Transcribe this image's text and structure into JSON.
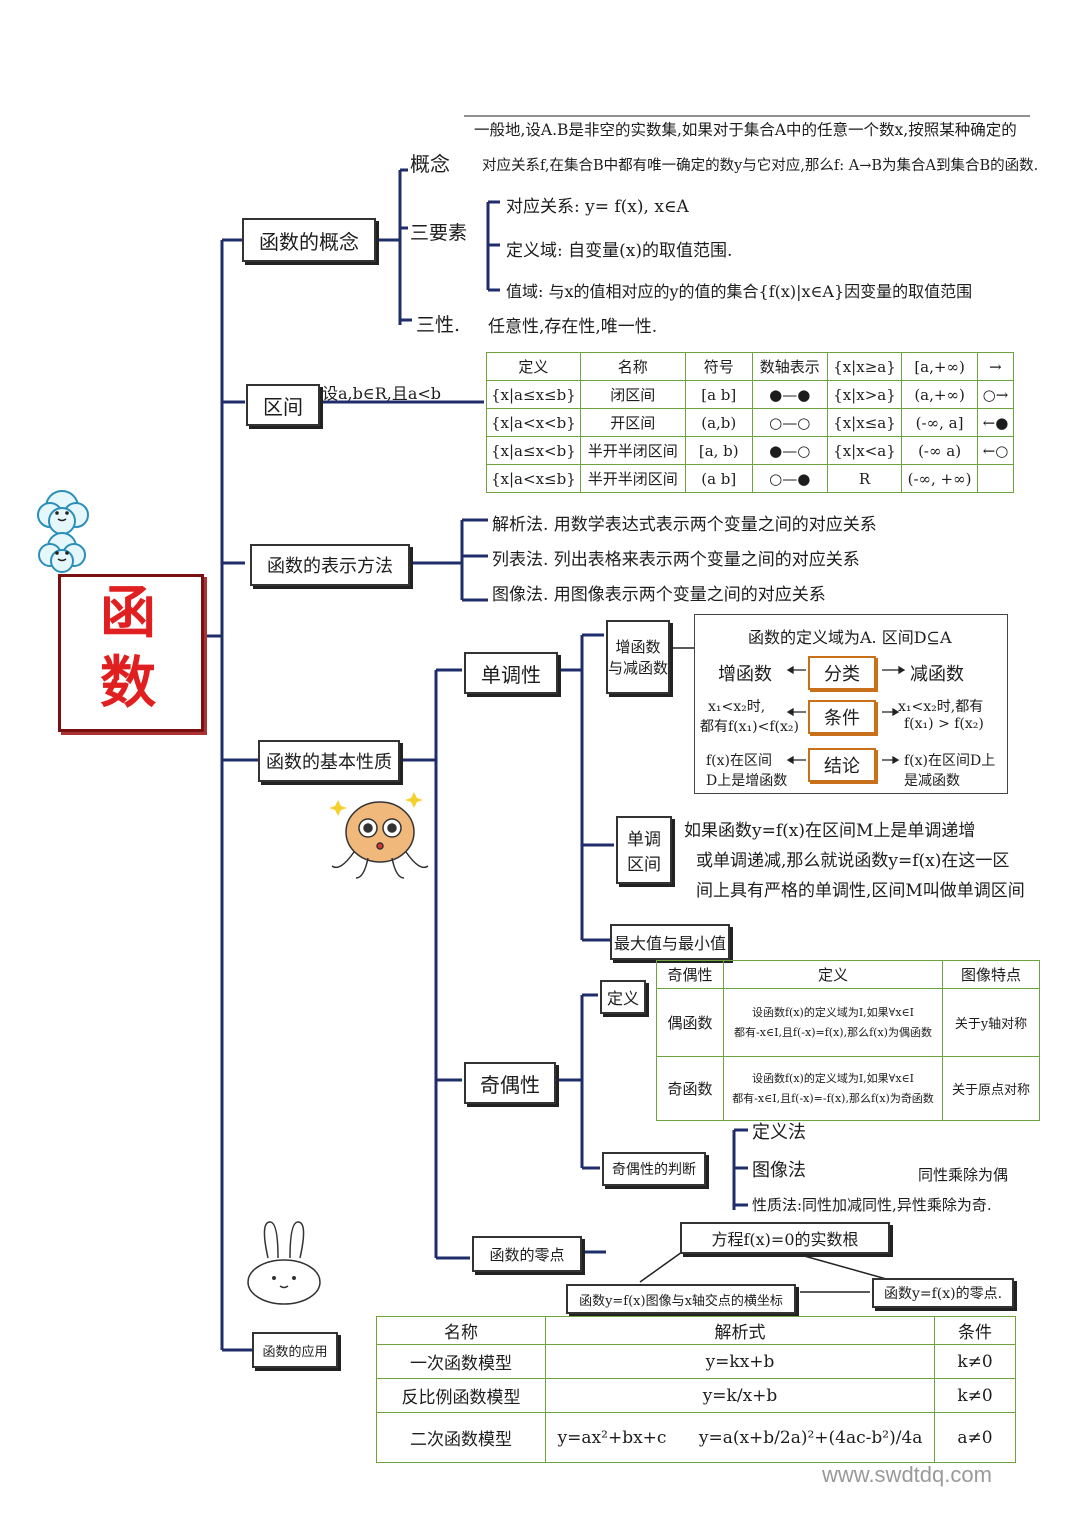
{
  "title": "函数",
  "branches": {
    "concept": {
      "label": "函数的概念",
      "gainian_label": "概念",
      "gainian_line1": "一般地,设A.B是非空的实数集,如果对于集合A中的任意一个数x,按照某种确定的",
      "gainian_line2": "对应关系f,在集合B中都有唯一确定的数y与它对应,那么f: A→B为集合A到集合B的函数.",
      "sanyaosu_label": "三要素",
      "duiying": "对应关系: y= f(x), x∈A",
      "dingyiyu": "定义域: 自变量(x)的取值范围.",
      "zhiyu": "值域: 与x的值相对应的y的值的集合{f(x)|x∈A}因变量的取值范围",
      "sanxing_label": "三性.",
      "sanxing": "任意性,存在性,唯一性."
    },
    "interval": {
      "label": "区间",
      "condition": "设a,b∈R,且a<b",
      "headers": [
        "定义",
        "名称",
        "符号",
        "数轴表示"
      ],
      "rows": [
        [
          "{x|a≤x≤b}",
          "闭区间",
          "[a b]"
        ],
        [
          "{x|a<x<b}",
          "开区间",
          "(a,b)"
        ],
        [
          "{x|a≤x<b}",
          "半开半闭区间",
          "[a, b)"
        ],
        [
          "{x|a<x≤b}",
          "半开半闭区间",
          "(a b]"
        ]
      ],
      "right_rows": [
        [
          "{x|x≥a}",
          "[a,+∞)"
        ],
        [
          "{x|x>a}",
          "(a,+∞)"
        ],
        [
          "{x|x≤a}",
          "(-∞, a]"
        ],
        [
          "{x|x<a}",
          "(-∞ a)"
        ],
        [
          "R",
          "(-∞, +∞)"
        ]
      ]
    },
    "representation": {
      "label": "函数的表示方法",
      "methods": [
        "解析法. 用数学表达式表示两个变量之间的对应关系",
        "列表法. 列出表格来表示两个变量之间的对应关系",
        "图像法. 用图像表示两个变量之间的对应关系"
      ]
    },
    "properties": {
      "label": "函数的基本性质",
      "monotonic": {
        "label": "单调性",
        "inc_dec_line1": "增函数",
        "inc_dec_line2": "与减函数",
        "domain_note": "函数的定义域为A. 区间D⊆A",
        "zeng": "增函数",
        "jian": "减函数",
        "fenlei": "分类",
        "tiaojian": "条件",
        "jielun": "结论",
        "cond_left_1": "x₁<x₂时,",
        "cond_left_2": "都有f(x₁)<f(x₂)",
        "cond_right_1": "x₁<x₂时,都有",
        "cond_right_2": "f(x₁) > f(x₂)",
        "concl_left_1": "f(x)在区间",
        "concl_left_2": "D上是增函数",
        "concl_right_1": "f(x)在区间D上",
        "concl_right_2": "是减函数",
        "interval_label_1": "单调",
        "interval_label_2": "区间",
        "interval_text_1": "如果函数y=f(x)在区间M上是单调递增",
        "interval_text_2": "或单调递减,那么就说函数y=f(x)在这一区",
        "interval_text_3": "间上具有严格的单调性,区间M叫做单调区间",
        "maxmin": "最大值与最小值"
      },
      "parity": {
        "label": "奇偶性",
        "def_label": "定义",
        "headers": [
          "奇偶性",
          "定义",
          "图像特点"
        ],
        "even_name": "偶函数",
        "even_def_1": "设函数f(x)的定义域为I,如果∀x∈I",
        "even_def_2": "都有-x∈I,且f(-x)=f(x),那么f(x)为偶函数",
        "even_graph": "关于y轴对称",
        "odd_name": "奇函数",
        "odd_def_1": "设函数f(x)的定义域为I,如果∀x∈I",
        "odd_def_2": "都有-x∈I,且f(-x)=-f(x),那么f(x)为奇函数",
        "odd_graph": "关于原点对称",
        "judge_label": "奇偶性的判断",
        "judge_1": "定义法",
        "judge_2": "图像法",
        "judge_3": "性质法:同性加减同性,异性乘除为奇.",
        "judge_note": "同性乘除为偶"
      },
      "zero": {
        "label": "函数的零点",
        "root": "方程f(x)=0的实数根",
        "abscissa": "函数y=f(x)图像与x轴交点的横坐标",
        "zero_point": "函数y=f(x)的零点."
      }
    },
    "application": {
      "label": "函数的应用",
      "headers": [
        "名称",
        "解析式",
        "条件"
      ],
      "rows": [
        [
          "一次函数模型",
          "y=kx+b",
          "k≠0"
        ],
        [
          "反比例函数模型",
          "y=k/x+b",
          "k≠0"
        ],
        [
          "二次函数模型",
          "y=ax²+bx+c      y=a(x+b/2a)²+(4ac-b²)/4a",
          "a≠0"
        ]
      ]
    }
  },
  "watermark": "www.swdtdq.com",
  "colors": {
    "main_line": "#1f2e6b",
    "title_red": "#e02020",
    "title_border": "#7a1010",
    "table_green": "#6fa33f",
    "orange": "#c8701a"
  }
}
